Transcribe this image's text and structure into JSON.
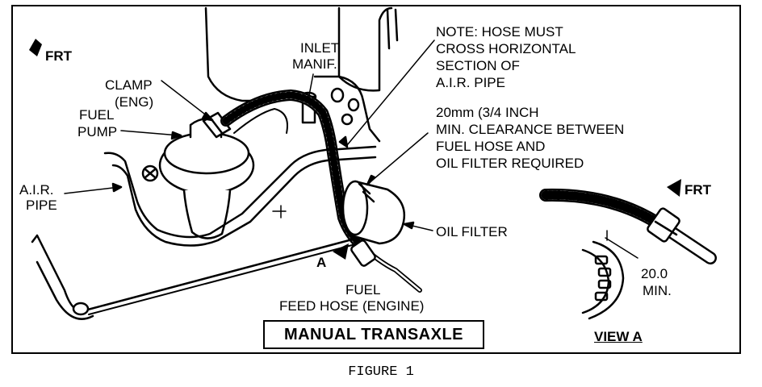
{
  "labels": {
    "frt_left": "FRT",
    "clamp": [
      "CLAMP",
      "(ENG)"
    ],
    "fuel_pump": [
      "FUEL",
      "PUMP"
    ],
    "air_pipe": [
      "A.I.R.",
      "PIPE"
    ],
    "inlet_manif": [
      "INLET",
      "MANIF."
    ],
    "note": [
      "NOTE: HOSE MUST",
      "CROSS HORIZONTAL",
      "SECTION OF",
      "A.I.R. PIPE"
    ],
    "clearance": [
      "20mm (3/4 INCH",
      "MIN. CLEARANCE BETWEEN",
      "FUEL HOSE AND",
      "OIL FILTER REQUIRED"
    ],
    "oil_filter": "OIL FILTER",
    "view_marker": "A",
    "fuel_feed_hose": [
      "FUEL",
      "FEED HOSE  (ENGINE)"
    ],
    "frt_right": "FRT",
    "min_clearance": [
      "20.0",
      "MIN."
    ],
    "view_a": "VIEW A",
    "title_box": "MANUAL TRANSAXLE",
    "figure_caption": "FIGURE 1"
  }
}
